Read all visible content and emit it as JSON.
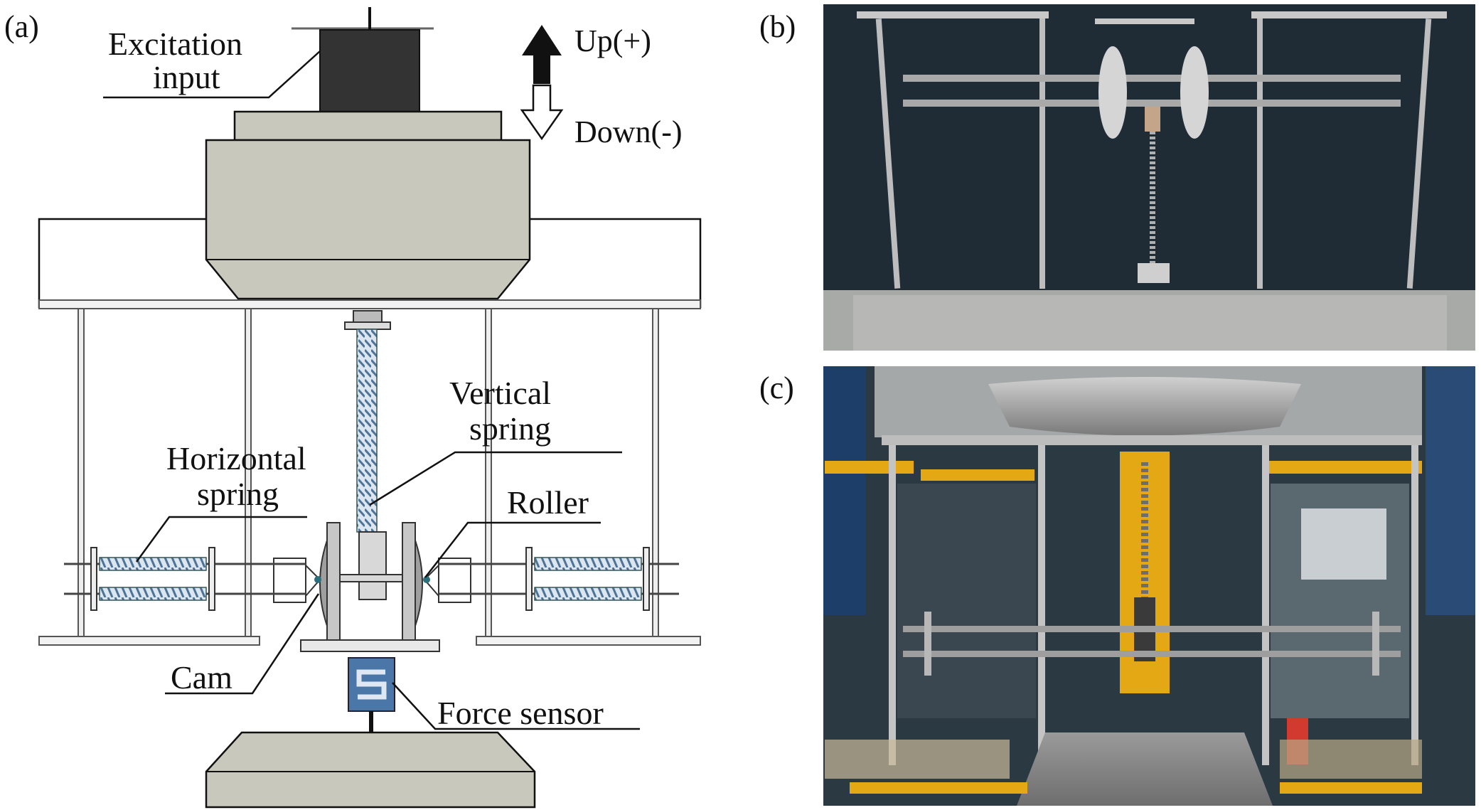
{
  "panels": {
    "a": {
      "label": "(a)"
    },
    "b": {
      "label": "(b)"
    },
    "c": {
      "label": "(c)"
    }
  },
  "annotations": {
    "excitation_line1": "Excitation",
    "excitation_line2": "input",
    "up": "Up(+)",
    "down": "Down(-)",
    "vertical_line1": "Vertical",
    "vertical_line2": "spring",
    "horizontal_line1": "Horizontal",
    "horizontal_line2": "spring",
    "roller": "Roller",
    "cam": "Cam",
    "force_sensor": "Force sensor"
  },
  "colors": {
    "machine_body": "#c9c8bc",
    "actuator": "#333333",
    "spring": "#5a7fa6",
    "sensor": "#4a76a8",
    "photo_dark": "#1b2730",
    "photo_yellow": "#e3a813"
  }
}
